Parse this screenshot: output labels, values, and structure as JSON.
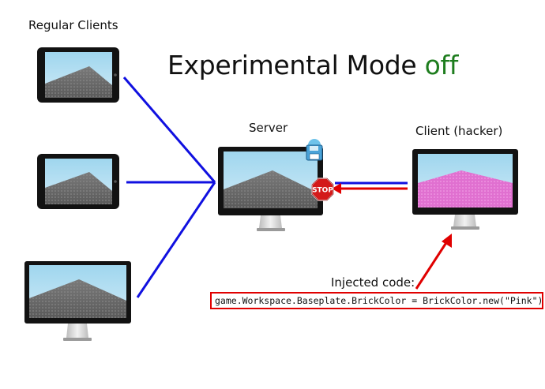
{
  "labels": {
    "regular_clients": "Regular Clients",
    "server": "Server",
    "client_hacker": "Client (hacker)",
    "injected_code": "Injected code:"
  },
  "title": {
    "prefix": "Experimental Mode ",
    "status": "off"
  },
  "stop_sign": "STOP",
  "code": "game.Workspace.Baseplate.BrickColor = BrickColor.new(\"Pink\")",
  "colors": {
    "client_link": "#1010e0",
    "block_arrow": "#e00000",
    "status_off": "#1e7d1e",
    "hacked_floor": "#e070d0"
  },
  "icons": [
    "floppy-disk-icon",
    "stop-sign-icon"
  ]
}
